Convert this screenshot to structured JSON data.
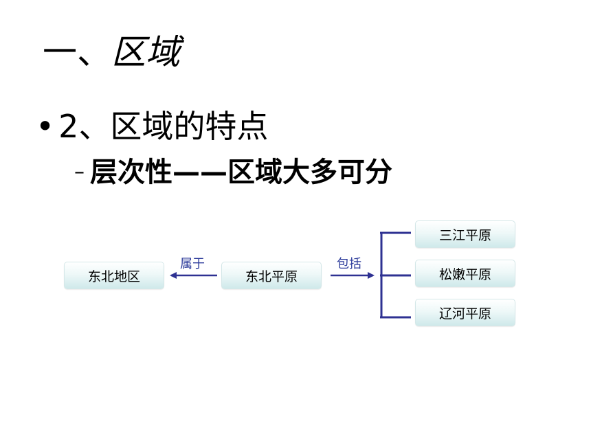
{
  "slide": {
    "title_prefix": "一、",
    "title_main": "区域",
    "bullet": "•",
    "point_text": "2、区域的特点",
    "sub_dash": "–",
    "sub_text": "层次性——区域大多可分"
  },
  "diagram": {
    "nodes": {
      "northeast_region": "东北地区",
      "northeast_plain": "东北平原",
      "sanjiang_plain": "三江平原",
      "songnen_plain": "松嫩平原",
      "liaohe_plain": "辽河平原"
    },
    "edges": {
      "belongs_to": "属于",
      "includes": "包括"
    },
    "colors": {
      "connector": "#2e3192",
      "label": "#2b3a9a",
      "box_gradient_bottom": "#cfe9ea"
    }
  }
}
